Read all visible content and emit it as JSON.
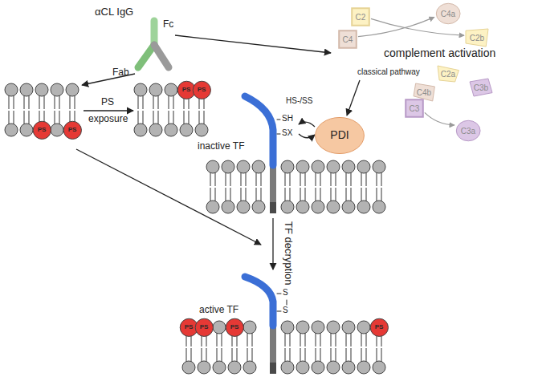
{
  "diagram": {
    "nodes": [
      {
        "text": [
          "C2"
        ]
      },
      {
        "text": [
          "C4"
        ]
      },
      {
        "text": [
          "C4a"
        ]
      },
      {
        "text": [
          "C2b"
        ]
      },
      {
        "text": [
          "C2a"
        ]
      },
      {
        "text": [
          "C4b"
        ]
      },
      {
        "text": [
          "C3b"
        ]
      },
      {
        "text": [
          "C3"
        ]
      },
      {
        "text": [
          "C3a"
        ]
      },
      {
        "text": [
          "PDI"
        ]
      },
      {
        "text": [
          "PS"
        ]
      },
      {
        "text": [
          "PS"
        ]
      },
      {
        "text": [
          "PS"
        ]
      },
      {
        "text": [
          "PS"
        ]
      },
      {
        "text": [
          "PS"
        ]
      },
      {
        "text": [
          "PS"
        ]
      },
      {
        "text": [
          "PS"
        ]
      },
      {
        "text": [
          "PS"
        ]
      }
    ],
    "edges": [
      {
        "from": 1,
        "to": 2,
        "arrow": "to"
      },
      {
        "from": 0,
        "to": 3,
        "arrow": "to"
      },
      {
        "from": 7,
        "to": 8,
        "arrow": "to"
      }
    ],
    "labels": [
      "αCL IgG",
      "Fc",
      "Fab",
      "complement activation",
      "classical pathway",
      "HS-/SS",
      "SH",
      "SX",
      "inactive TF",
      "PS",
      "exposure",
      "TF decryption",
      "active TF",
      "S",
      "S"
    ]
  }
}
